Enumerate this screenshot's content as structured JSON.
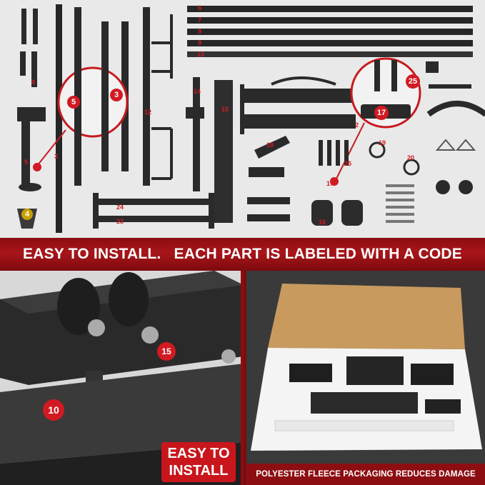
{
  "banner": {
    "text": "EASY TO INSTALL.   EACH PART IS LABELED WITH A CODE"
  },
  "parts_panel": {
    "labels": [
      "6",
      "7",
      "9",
      "9",
      "13",
      "5",
      "3",
      "12",
      "14",
      "15",
      "2",
      "17",
      "25",
      "8",
      "5",
      "3",
      "18",
      "19",
      "20",
      "25",
      "17",
      "24",
      "23",
      "4",
      "16"
    ]
  },
  "closeup_panel": {
    "badge_15": "15",
    "badge_10": "10",
    "callout_line1": "EASY TO",
    "callout_line2": "INSTALL"
  },
  "packaging_panel": {
    "caption": "POLYESTER FLEECE PACKAGING REDUCES DAMAGE"
  },
  "colors": {
    "accent_red": "#d21a22",
    "banner_red": "#8c0c10",
    "metal_black": "#222222"
  }
}
